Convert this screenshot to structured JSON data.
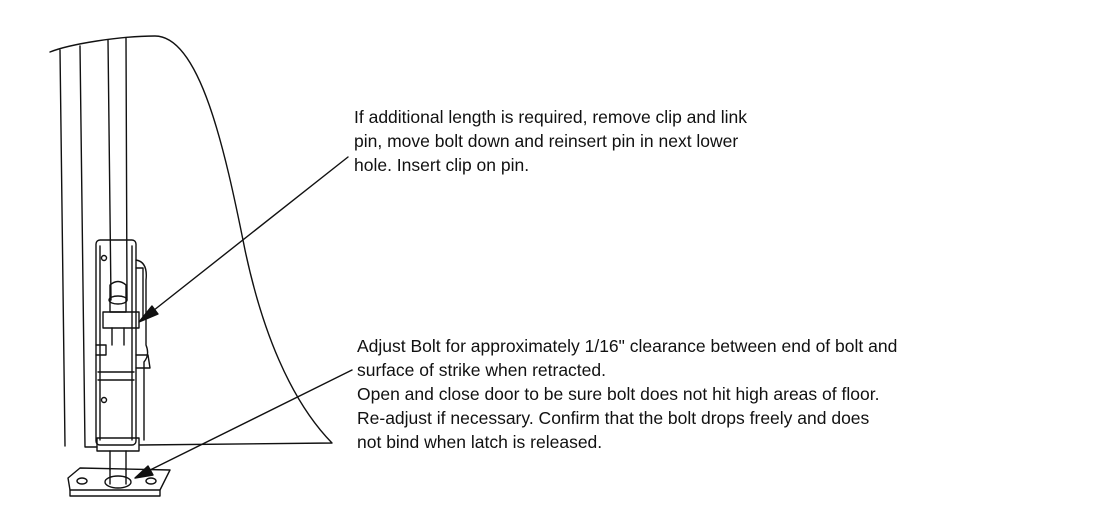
{
  "notes": {
    "link_pin": {
      "lines": [
        "If additional length is required, remove clip and link",
        "pin, move bolt down and reinsert pin in next lower",
        "hole. Insert clip on pin."
      ]
    },
    "bolt_adjust": {
      "lines": [
        "Adjust Bolt for approximately 1/16\" clearance between end of bolt and",
        "surface of strike when retracted.",
        "Open and close door to be sure bolt does not hit high areas of floor.",
        "Re-adjust if necessary. Confirm that the bolt drops freely and does",
        "not bind when latch is released."
      ]
    }
  },
  "colors": {
    "line": "#111111",
    "text": "#111111",
    "background": "#ffffff"
  }
}
